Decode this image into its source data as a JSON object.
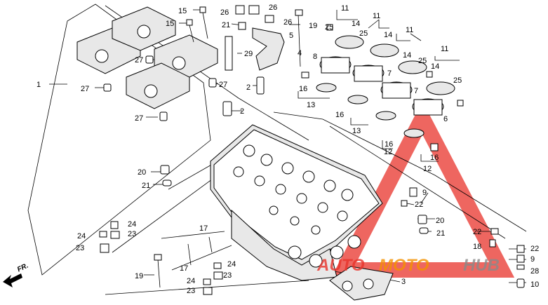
{
  "diagram": {
    "callouts": [
      {
        "id": "c1",
        "text": "1"
      },
      {
        "id": "c2a",
        "text": "2"
      },
      {
        "id": "c2b",
        "text": "2"
      },
      {
        "id": "c3",
        "text": "3"
      },
      {
        "id": "c4",
        "text": "4"
      },
      {
        "id": "c5",
        "text": "5"
      },
      {
        "id": "c6",
        "text": "6"
      },
      {
        "id": "c7a",
        "text": "7"
      },
      {
        "id": "c7b",
        "text": "7"
      },
      {
        "id": "c8",
        "text": "8"
      },
      {
        "id": "c9a",
        "text": "9"
      },
      {
        "id": "c9b",
        "text": "9"
      },
      {
        "id": "c10",
        "text": "10"
      },
      {
        "id": "c11a",
        "text": "11"
      },
      {
        "id": "c11b",
        "text": "11"
      },
      {
        "id": "c11c",
        "text": "11"
      },
      {
        "id": "c11d",
        "text": "11"
      },
      {
        "id": "c12a",
        "text": "12"
      },
      {
        "id": "c12b",
        "text": "12"
      },
      {
        "id": "c13a",
        "text": "13"
      },
      {
        "id": "c13b",
        "text": "13"
      },
      {
        "id": "c14a",
        "text": "14"
      },
      {
        "id": "c14b",
        "text": "14"
      },
      {
        "id": "c14c",
        "text": "14"
      },
      {
        "id": "c14d",
        "text": "14"
      },
      {
        "id": "c15a",
        "text": "15"
      },
      {
        "id": "c15b",
        "text": "15"
      },
      {
        "id": "c16a",
        "text": "16"
      },
      {
        "id": "c16b",
        "text": "16"
      },
      {
        "id": "c16c",
        "text": "16"
      },
      {
        "id": "c16d",
        "text": "16"
      },
      {
        "id": "c17a",
        "text": "17"
      },
      {
        "id": "c17b",
        "text": "17"
      },
      {
        "id": "c18",
        "text": "18"
      },
      {
        "id": "c19a",
        "text": "19"
      },
      {
        "id": "c19b",
        "text": "19"
      },
      {
        "id": "c20a",
        "text": "20"
      },
      {
        "id": "c20b",
        "text": "20"
      },
      {
        "id": "c21a",
        "text": "21"
      },
      {
        "id": "c21b",
        "text": "21"
      },
      {
        "id": "c21c",
        "text": "21"
      },
      {
        "id": "c22a",
        "text": "22"
      },
      {
        "id": "c22b",
        "text": "22"
      },
      {
        "id": "c22c",
        "text": "22"
      },
      {
        "id": "c23a",
        "text": "23"
      },
      {
        "id": "c23b",
        "text": "23"
      },
      {
        "id": "c23c",
        "text": "23"
      },
      {
        "id": "c23d",
        "text": "23"
      },
      {
        "id": "c24a",
        "text": "24"
      },
      {
        "id": "c24b",
        "text": "24"
      },
      {
        "id": "c24c",
        "text": "24"
      },
      {
        "id": "c24d",
        "text": "24"
      },
      {
        "id": "c25a",
        "text": "25"
      },
      {
        "id": "c25b",
        "text": "25"
      },
      {
        "id": "c25c",
        "text": "25"
      },
      {
        "id": "c25d",
        "text": "25"
      },
      {
        "id": "c26a",
        "text": "26"
      },
      {
        "id": "c26b",
        "text": "26"
      },
      {
        "id": "c26c",
        "text": "26"
      },
      {
        "id": "c27a",
        "text": "27"
      },
      {
        "id": "c27b",
        "text": "27"
      },
      {
        "id": "c27c",
        "text": "27"
      },
      {
        "id": "c27d",
        "text": "27"
      },
      {
        "id": "c28",
        "text": "28"
      },
      {
        "id": "c29",
        "text": "29"
      }
    ],
    "direction_label": "FR.",
    "watermark": {
      "part1": "AUTO",
      "part2": "MOTO",
      "part3": "HUB"
    },
    "colors": {
      "watermark_red": "#e8332b",
      "watermark_orange": "#f39200",
      "watermark_gray": "#8a8a8a"
    }
  }
}
